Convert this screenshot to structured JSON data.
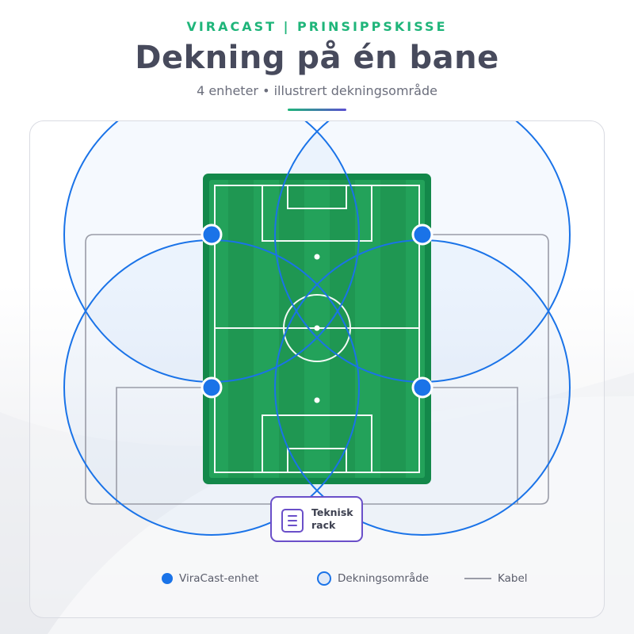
{
  "header": {
    "kicker": "VIRACAST | PRINSIPPSKISSE",
    "title": "Dekning på én bane",
    "subtitle": "4 enheter • illustrert dekningsområde"
  },
  "diagram": {
    "device_count": 4,
    "rack_label": "Teknisk rack",
    "colors": {
      "device": "#1a73e8",
      "coverage_stroke": "#1a73e8",
      "pitch": "#13884a",
      "cable": "#9a9ca7",
      "rack": "#6a4fc9",
      "accent_green": "#1fb57a"
    },
    "icons": [
      "rack-icon"
    ]
  },
  "legend": {
    "device_label": "ViraCast-enhet",
    "coverage_label": "Dekningsområde",
    "cable_label": "Kabel"
  }
}
